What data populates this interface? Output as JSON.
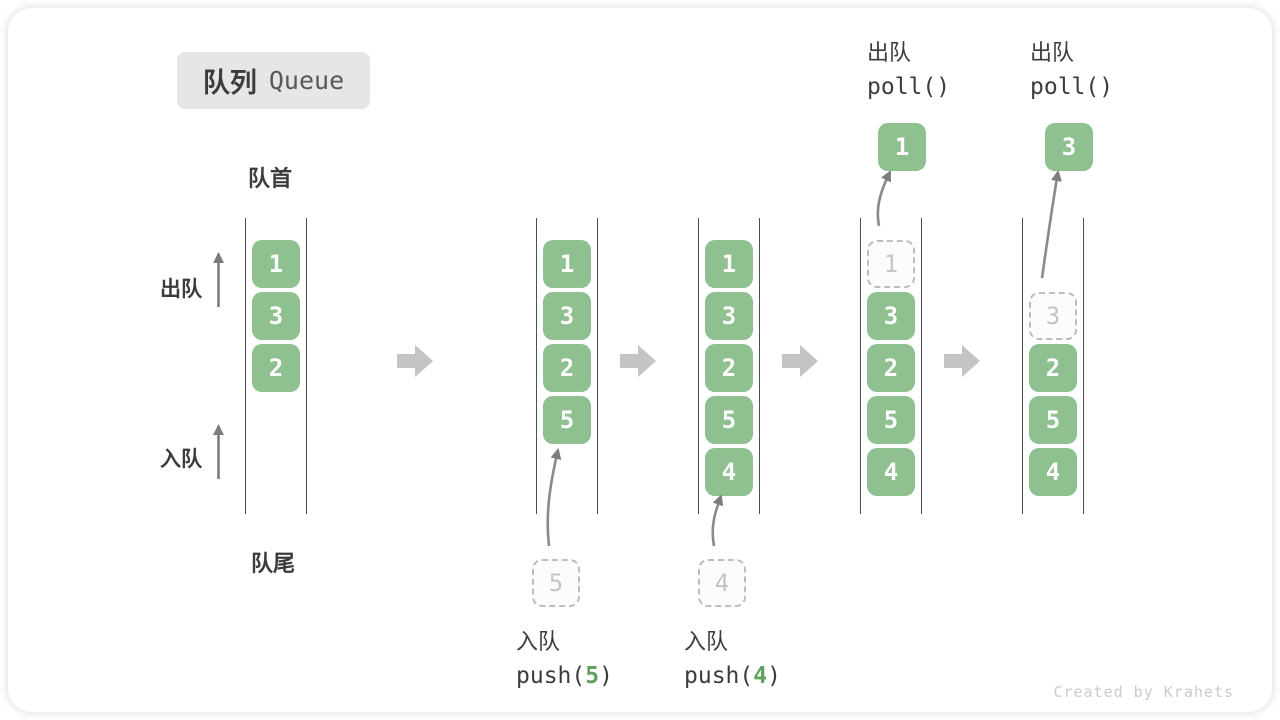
{
  "title": {
    "badge_zh": "队列",
    "badge_en": "Queue"
  },
  "labels": {
    "front": "队首",
    "rear": "队尾",
    "side_dequeue": "出队",
    "side_enqueue": "入队"
  },
  "queues": [
    {
      "items": [
        "1",
        "3",
        "2"
      ]
    },
    {
      "items": [
        "1",
        "3",
        "2",
        "5"
      ],
      "incoming": "5"
    },
    {
      "items": [
        "1",
        "3",
        "2",
        "5",
        "4"
      ],
      "incoming": "4"
    },
    {
      "items": [
        "3",
        "2",
        "5",
        "4"
      ],
      "removed": "1",
      "popped": "1"
    },
    {
      "items": [
        "2",
        "5",
        "4"
      ],
      "removed": "3",
      "popped": "3"
    }
  ],
  "operations": {
    "push5": {
      "label": "入队",
      "fn": "push(",
      "arg": "5",
      "close": ")"
    },
    "push4": {
      "label": "入队",
      "fn": "push(",
      "arg": "4",
      "close": ")"
    },
    "poll1": {
      "label": "出队",
      "code": "poll()"
    },
    "poll2": {
      "label": "出队",
      "code": "poll()"
    }
  },
  "watermark": "Created by Krahets",
  "colors": {
    "green": "#8FC08F",
    "green_text": "#FFFFFF",
    "dash_border": "#BDBDBD",
    "dash_fill": "#FCFCFC",
    "dash_text": "#C4C4C4",
    "wall": "#4F4F4F",
    "arrow_thin": "#7D7D7D",
    "arrow_block": "#C4C4C4",
    "text_dark": "#3C3C3C",
    "code_green": "#5FA05F",
    "badge_bg": "#E6E6E6",
    "badge_en": "#585858",
    "watermark": "#CBCBCB"
  }
}
